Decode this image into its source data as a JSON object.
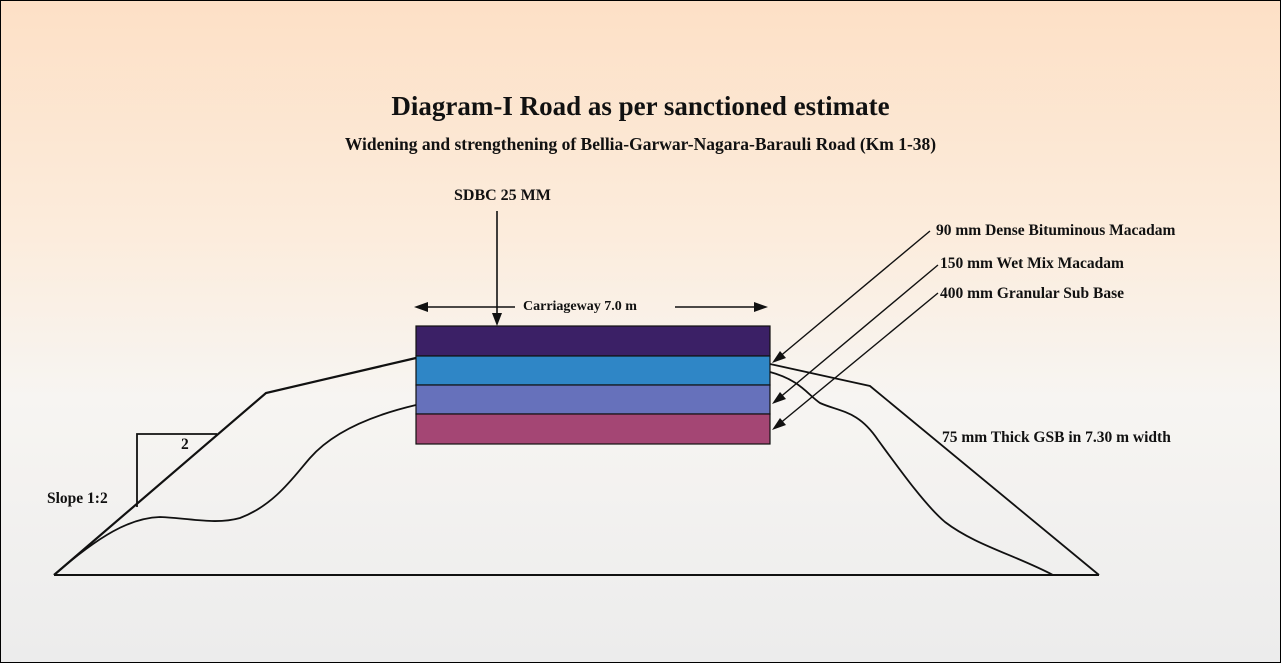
{
  "diagram": {
    "title": "Diagram-I Road as per sanctioned estimate",
    "subtitle": "Widening and strengthening of Bellia-Garwar-Nagara-Barauli Road (Km 1-38)",
    "sdbc_label": "SDBC 25 MM",
    "carriageway_label": "Carriageway 7.0 m",
    "layers": [
      {
        "label": "90 mm Dense Bituminous Macadam",
        "color": "#3b2066"
      },
      {
        "label": "150 mm Wet Mix Macadam",
        "color": "#2f86c6"
      },
      {
        "label": "400 mm Granular Sub Base",
        "color": "#6671bb"
      },
      {
        "label": "",
        "color": "#a44674"
      }
    ],
    "gsb_label": "75 mm Thick GSB in 7.30 m width",
    "slope_label": "Slope 1:2",
    "slope_ratio_label": "2"
  }
}
